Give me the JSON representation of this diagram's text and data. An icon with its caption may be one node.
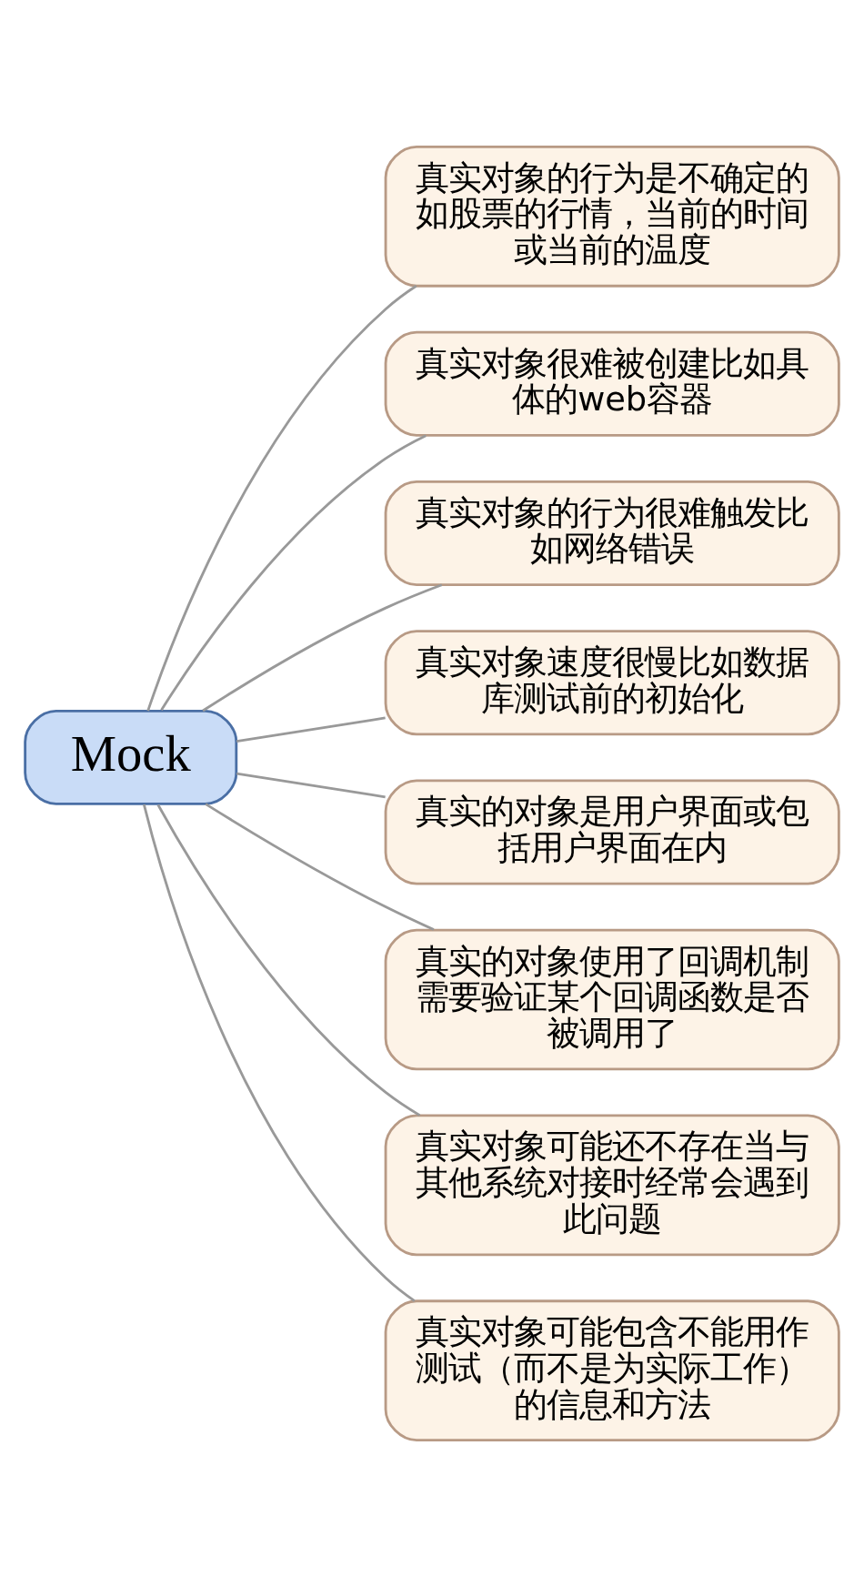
{
  "diagram": {
    "nodes": [
      {
        "text": [
          "Mock"
        ]
      },
      {
        "text": [
          "真实对象的行为是不确定的如股票的行情，当前的时间或当前的温度"
        ]
      },
      {
        "text": [
          "真实对象很难被创建比如具体的web容器"
        ]
      },
      {
        "text": [
          "真实对象的行为很难触发比如网络错误"
        ]
      },
      {
        "text": [
          "真实对象速度很慢比如数据库测试前的初始化"
        ]
      },
      {
        "text": [
          "真实的对象是用户界面或包括用户界面在内"
        ]
      },
      {
        "text": [
          "真实的对象使用了回调机制需要验证某个回调函数是否被调用了"
        ]
      },
      {
        "text": [
          "真实对象可能还不存在当与其他系统对接时经常会遇到此问题"
        ]
      },
      {
        "text": [
          "真实对象可能包含不能用作测试（而不是为实际工作）的信息和方法"
        ]
      }
    ],
    "edges": [
      {
        "from": 0,
        "to": 1,
        "arrow": "none"
      },
      {
        "from": 0,
        "to": 2,
        "arrow": "none"
      },
      {
        "from": 0,
        "to": 3,
        "arrow": "none"
      },
      {
        "from": 0,
        "to": 4,
        "arrow": "none"
      },
      {
        "from": 0,
        "to": 5,
        "arrow": "none"
      },
      {
        "from": 0,
        "to": 6,
        "arrow": "none"
      },
      {
        "from": 0,
        "to": 7,
        "arrow": "none"
      },
      {
        "from": 0,
        "to": 8,
        "arrow": "none"
      }
    ]
  }
}
